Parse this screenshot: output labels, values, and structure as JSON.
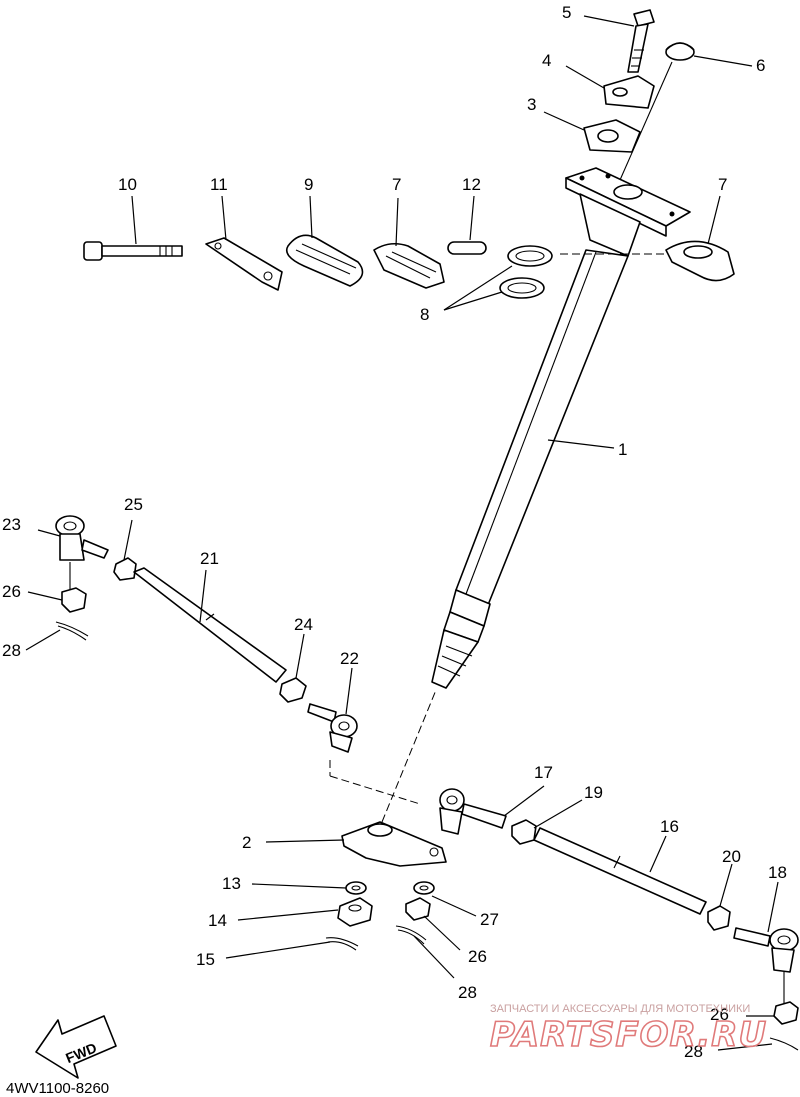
{
  "diagram": {
    "catalog_code": "4WV1100-8260",
    "fwd_label": "FWD",
    "watermark": {
      "line1": "ЗАПЧАСТИ И АКСЕССУАРЫ ДЛЯ МОТОТЕХНИКИ",
      "line2": "PARTSFOR.RU"
    },
    "callouts": [
      "1",
      "2",
      "3",
      "4",
      "5",
      "6",
      "7",
      "7",
      "8",
      "9",
      "10",
      "11",
      "12",
      "13",
      "14",
      "15",
      "16",
      "17",
      "18",
      "19",
      "20",
      "21",
      "22",
      "23",
      "24",
      "25",
      "26",
      "26",
      "26",
      "27",
      "28",
      "28",
      "28"
    ]
  }
}
